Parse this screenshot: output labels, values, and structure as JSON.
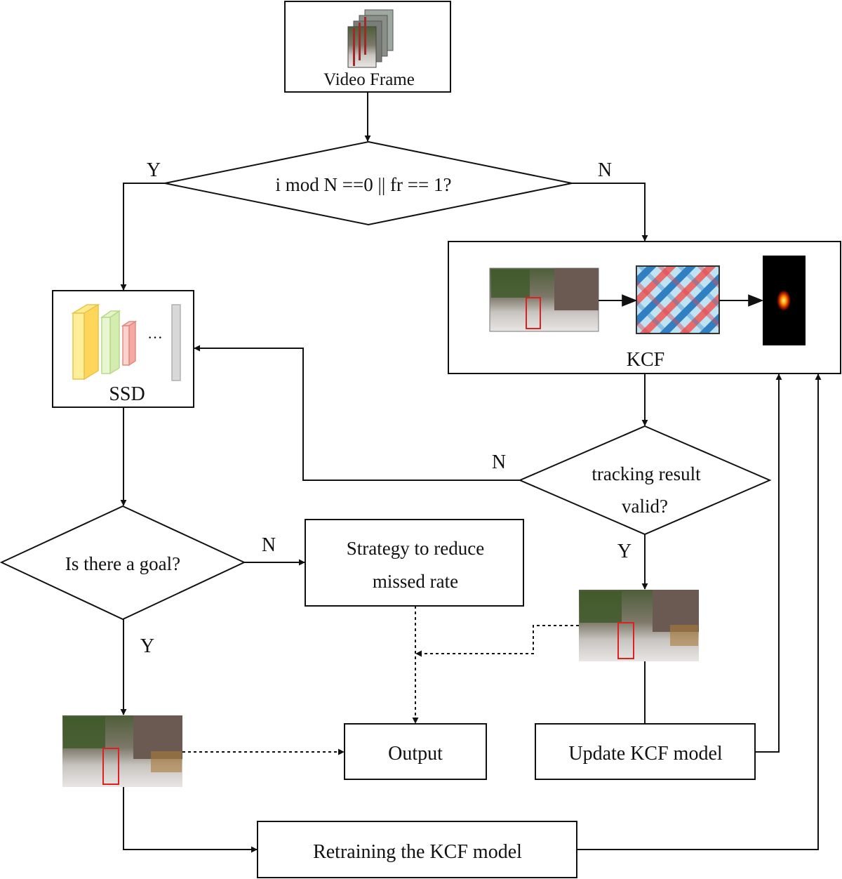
{
  "diagram": {
    "nodes": {
      "video_frame": {
        "label": "Video Frame"
      },
      "decision_mod": {
        "label": "i mod N ==0 || fr == 1?"
      },
      "ssd": {
        "label": "SSD",
        "dots": "···"
      },
      "kcf": {
        "label": "KCF"
      },
      "decision_valid": {
        "line1": "tracking result",
        "line2": "valid?"
      },
      "decision_goal": {
        "label": "Is there a goal?"
      },
      "strategy": {
        "line1": "Strategy to reduce",
        "line2": "missed rate"
      },
      "output": {
        "label": "Output"
      },
      "update_kcf": {
        "label": "Update KCF model"
      },
      "retrain_kcf": {
        "label": "Retraining the KCF model"
      }
    },
    "edge_labels": {
      "mod_yes": "Y",
      "mod_no": "N",
      "valid_no": "N",
      "valid_yes": "Y",
      "goal_no": "N",
      "goal_yes": "Y"
    }
  }
}
